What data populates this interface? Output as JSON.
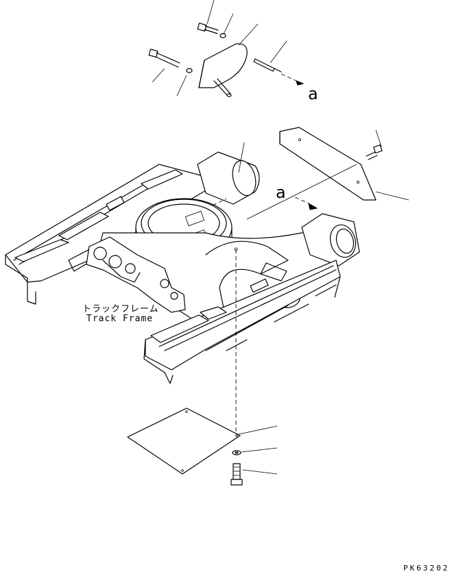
{
  "labels": {
    "track_frame_jp": "トラックフレーム",
    "track_frame_en": "Track Frame",
    "arrow_ref_1": "a",
    "arrow_ref_2": "a",
    "drawing_code": "PK63202"
  }
}
